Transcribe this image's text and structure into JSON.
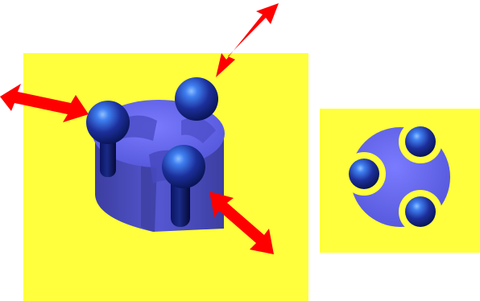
{
  "colors": {
    "background": "#ffffff",
    "panel": "#ffff3d",
    "cylinder_top": "#6b6cf2",
    "cylinder_side": "#4e50c8",
    "cylinder_shadow": "#3a3c9a",
    "ball": "#1c2f9a",
    "ball_highlight": "#4f8df5",
    "ball_dark": "#06104a",
    "arrow": "#ff0000"
  },
  "figures": [
    {
      "name": "perspective-view",
      "description_icon": "3d-cylinder-with-three-balls"
    },
    {
      "name": "top-view",
      "description_icon": "top-down-cylinder-with-three-balls"
    }
  ],
  "arrows": [
    {
      "name": "arrow-upper-left",
      "direction": "bidirectional"
    },
    {
      "name": "arrow-upper-right",
      "direction": "bidirectional"
    },
    {
      "name": "arrow-lower-right",
      "direction": "bidirectional"
    }
  ]
}
